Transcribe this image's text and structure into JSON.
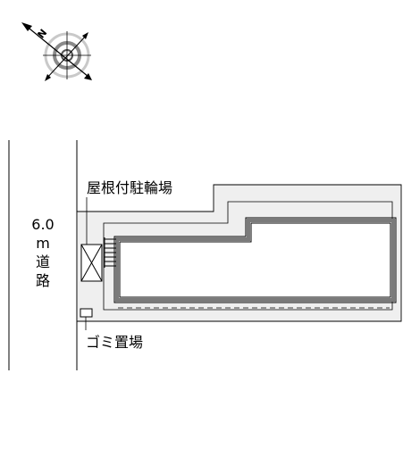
{
  "compass": {
    "north_letter": "N"
  },
  "road": {
    "width_value": "6.0",
    "width_unit": "m",
    "label_char_1": "道",
    "label_char_2": "路"
  },
  "labels": {
    "bicycle_parking": "屋根付駐輪場",
    "garbage_area": "ゴミ置場"
  },
  "colors": {
    "lot_fill": "#efefef",
    "building_outline": "#7a7a7a",
    "line": "#000000"
  }
}
